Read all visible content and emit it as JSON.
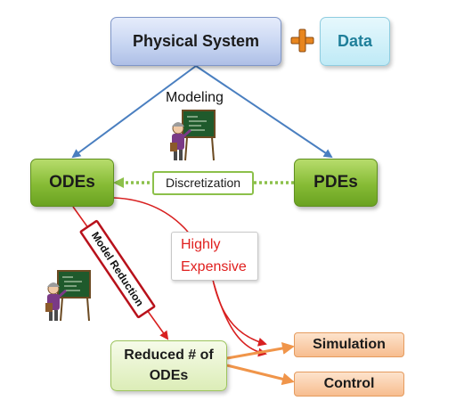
{
  "nodes": {
    "physical_system": "Physical System",
    "plus_symbol": "+",
    "data": "Data",
    "odes": "ODEs",
    "pdes": "PDEs",
    "reduced_odes_line1": "Reduced # of",
    "reduced_odes_line2": "ODEs",
    "simulation": "Simulation",
    "control": "Control"
  },
  "edge_labels": {
    "modeling": "Modeling",
    "discretization": "Discretization",
    "model_reduction": "Model Reduction",
    "highly_expensive_line1": "Highly",
    "highly_expensive_line2": "Expensive"
  },
  "colors": {
    "modeling_arrow": "#4a7fc0",
    "discretization_arrow": "#8cc04a",
    "expensive_arrow": "#e0201f",
    "output_arrow": "#f0954a",
    "plus_symbol": "#e8861f"
  },
  "icons": [
    "teacher-blackboard-icon",
    "teacher-blackboard-icon"
  ]
}
